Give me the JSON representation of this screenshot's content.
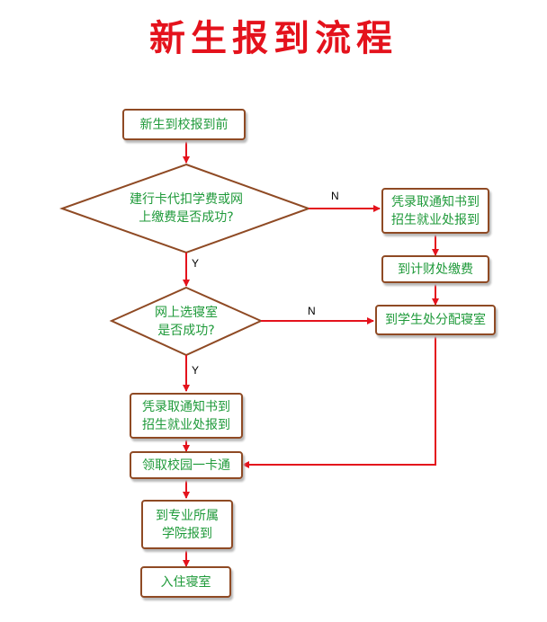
{
  "title": "新生报到流程",
  "nodes": {
    "start": "新生到校报到前",
    "decision_payment": "建行卡代扣学费或网\n上缴费是否成功?",
    "voucher_right": "凭录取通知书到\n招生就业处报到",
    "finance": "到计财处缴费",
    "decision_dorm": "网上选寝室\n是否成功?",
    "assign_dorm": "到学生处分配寝室",
    "voucher_left": "凭录取通知书到\n招生就业处报到",
    "campus_card": "领取校园一卡通",
    "college": "到专业所属\n学院报到",
    "move_in": "入住寝室"
  },
  "edge_labels": {
    "no1": "N",
    "yes1": "Y",
    "no2": "N",
    "yes2": "Y"
  },
  "colors": {
    "title": "#e4121c",
    "text": "#1f9a3a",
    "border": "#8f4a24",
    "arrow": "#e4121c"
  }
}
